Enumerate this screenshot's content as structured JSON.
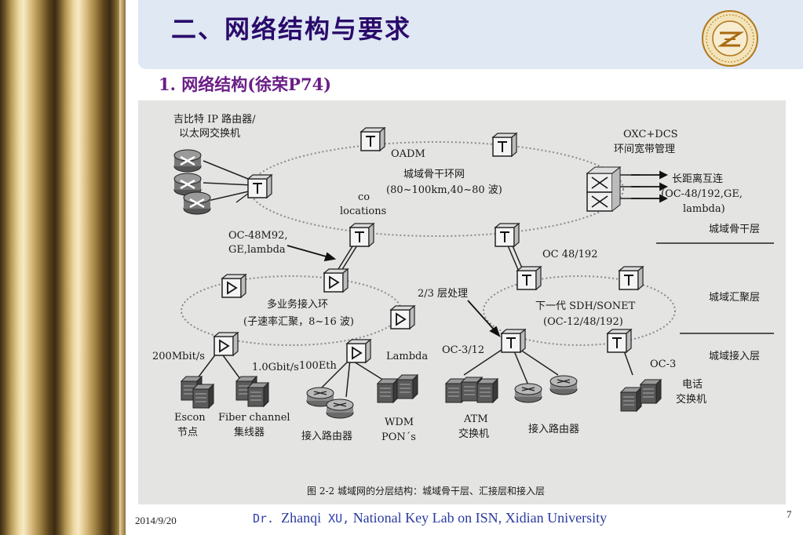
{
  "slide": {
    "title": "二、网络结构与要求",
    "subtitle": "1. 网络结构(徐荣P74)"
  },
  "figure": {
    "labels": {
      "router_group": [
        "吉比特 IP 路由器/",
        "以太网交换机"
      ],
      "oadm": "OADM",
      "core_ring": [
        "城域骨干环网",
        "(80~100km,40~80 波)"
      ],
      "oxc": [
        "OXC+DCS",
        "环间宽带管理"
      ],
      "long_haul": [
        "长距离互连",
        "(OC-48/192,GE,",
        "lambda)"
      ],
      "co_locations": [
        "co",
        "locations"
      ],
      "oc48m92": [
        "OC-48M92,",
        "GE,lambda"
      ],
      "oc48_192": "OC 48/192",
      "multi_service_ring": [
        "多业务接入环",
        "(子速率汇聚，8~16 波)"
      ],
      "layer23": "2/3 层处理",
      "sdh_ring": [
        "下一代 SDH/SONET",
        "(OC-12/48/192)"
      ],
      "rate200": "200Mbit/s",
      "rate1g": "1.0Gbit/s",
      "eth100": "100Eth",
      "lambda": "Lambda",
      "oc3_12": "OC-3/12",
      "oc3": "OC-3",
      "escon": [
        "Escon",
        "节点"
      ],
      "fiber_channel": [
        "Fiber channel",
        "集线器"
      ],
      "access_router_left": "接入路由器",
      "wdm_pon": [
        "WDM",
        "PON´s"
      ],
      "atm_switch": [
        "ATM",
        "交换机"
      ],
      "access_router_right": "接入路由器",
      "phone_switch": [
        "电话",
        "交换机"
      ],
      "layer_core": "城域骨干层",
      "layer_aggregation": "城域汇聚层",
      "layer_access": "城域接入层",
      "caption": "图 2-2   城域网的分层结构：城域骨干层、汇接层和接入层"
    }
  },
  "footer": {
    "date": "2014/9/20",
    "credit_dr": "Dr.",
    "credit_name": "Zhanqi",
    "credit_xu": "XU,",
    "credit_lab": "National Key Lab on ISN, Xidian University",
    "page": "7"
  },
  "colors": {
    "title": "#2a0a6a",
    "subtitle": "#6a1e86",
    "credit": "#2a3aa0",
    "title_band": "#dfe8f3",
    "figure_bg": "#e4e4e2"
  },
  "icons": [
    "university-seal-icon",
    "router-icon",
    "oadm-node-icon",
    "oxc-switch-icon",
    "server-icon",
    "phone-switch-icon"
  ]
}
